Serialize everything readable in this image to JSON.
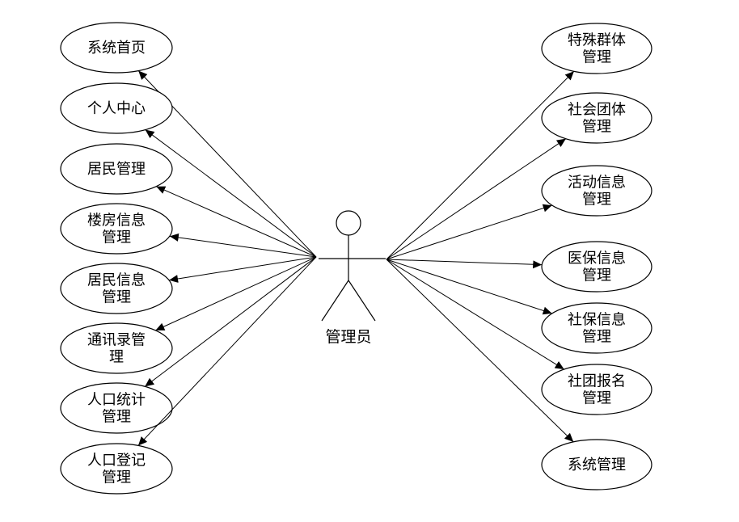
{
  "diagram": {
    "type": "uml-use-case",
    "background": "#ffffff",
    "stroke_color": "#000000",
    "actor": {
      "label": "管理员"
    },
    "left_nodes": [
      {
        "label": "系统首页",
        "lines": [
          "系统首页"
        ]
      },
      {
        "label": "个人中心",
        "lines": [
          "个人中心"
        ]
      },
      {
        "label": "居民管理",
        "lines": [
          "居民管理"
        ]
      },
      {
        "label": "楼房信息管理",
        "lines": [
          "楼房信息",
          "管理"
        ]
      },
      {
        "label": "居民信息管理",
        "lines": [
          "居民信息",
          "管理"
        ]
      },
      {
        "label": "通讯录管理",
        "lines": [
          "通讯录管",
          "理"
        ]
      },
      {
        "label": "人口统计管理",
        "lines": [
          "人口统计",
          "管理"
        ]
      },
      {
        "label": "人口登记管理",
        "lines": [
          "人口登记",
          "管理"
        ]
      }
    ],
    "right_nodes": [
      {
        "label": "特殊群体管理",
        "lines": [
          "特殊群体",
          "管理"
        ]
      },
      {
        "label": "社会团体管理",
        "lines": [
          "社会团体",
          "管理"
        ]
      },
      {
        "label": "活动信息管理",
        "lines": [
          "活动信息",
          "管理"
        ]
      },
      {
        "label": "医保信息管理",
        "lines": [
          "医保信息",
          "管理"
        ]
      },
      {
        "label": "社保信息管理",
        "lines": [
          "社保信息",
          "管理"
        ]
      },
      {
        "label": "社团报名管理",
        "lines": [
          "社团报名",
          "管理"
        ]
      },
      {
        "label": "系统管理",
        "lines": [
          "系统管理"
        ]
      }
    ]
  }
}
